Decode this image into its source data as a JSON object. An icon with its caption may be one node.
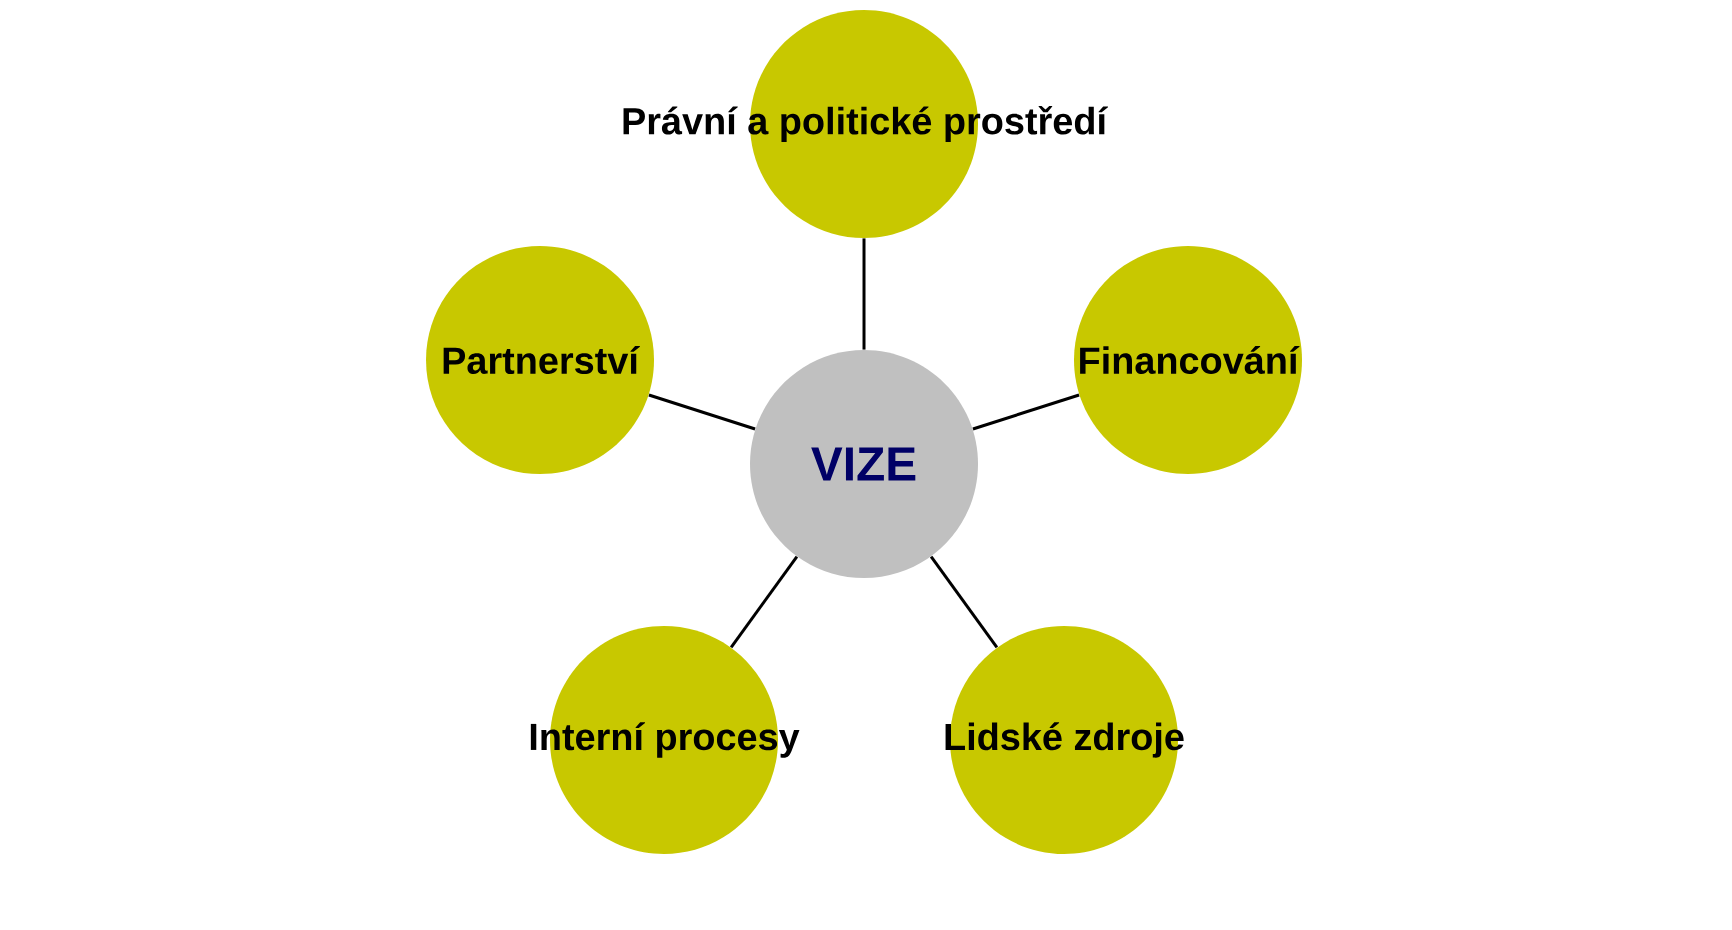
{
  "diagram": {
    "nodes": [
      {
        "text": [
          "VIZE"
        ]
      },
      {
        "text": [
          "Právní a politické prostředí"
        ]
      },
      {
        "text": [
          "Partnerství"
        ]
      },
      {
        "text": [
          "Financování"
        ]
      },
      {
        "text": [
          "Interní procesy"
        ]
      },
      {
        "text": [
          "Lidské zdroje"
        ]
      }
    ],
    "edges": [
      {
        "from": 0,
        "to": 1,
        "arrow": "none"
      },
      {
        "from": 0,
        "to": 2,
        "arrow": "none"
      },
      {
        "from": 0,
        "to": 3,
        "arrow": "none"
      },
      {
        "from": 0,
        "to": 4,
        "arrow": "none"
      },
      {
        "from": 0,
        "to": 5,
        "arrow": "none"
      }
    ]
  }
}
